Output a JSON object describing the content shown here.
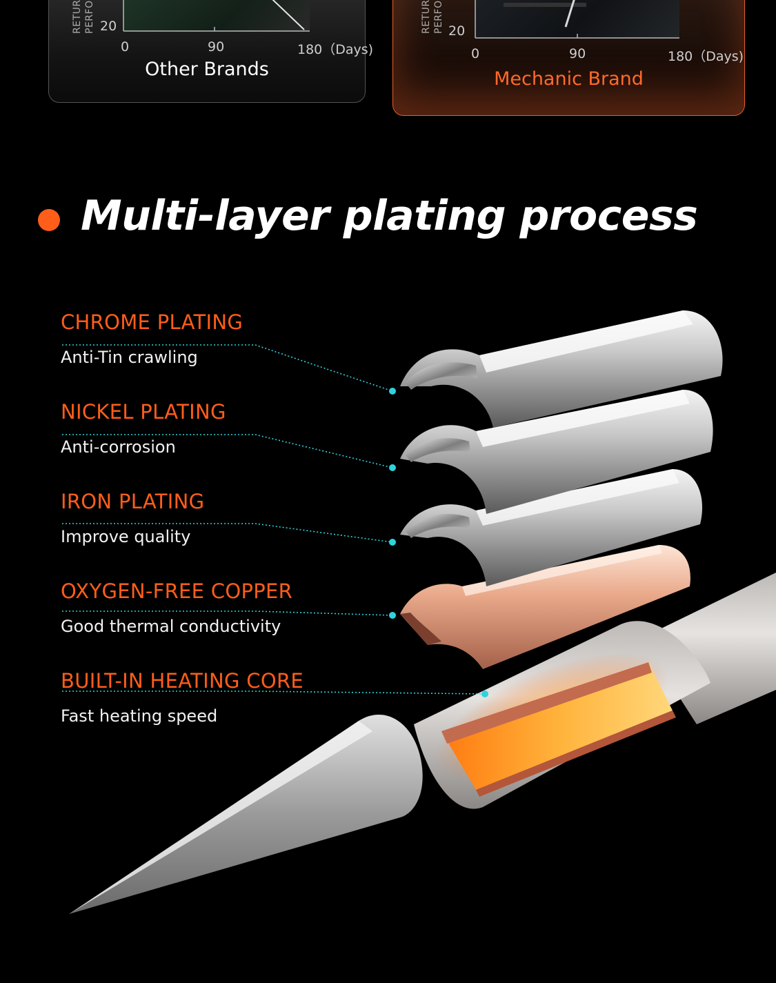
{
  "comparison": {
    "other": {
      "title": "Other Brands",
      "y_axis_label": [
        "RETUR",
        "PERFO"
      ],
      "y_tick": "20",
      "x_ticks": [
        "0",
        "90",
        "180（Days)"
      ]
    },
    "mechanic": {
      "title": "Mechanic Brand",
      "y_axis_label": [
        "RETUR",
        "PERFO"
      ],
      "y_tick": "20",
      "x_ticks": [
        "0",
        "90",
        "180（Days)"
      ]
    }
  },
  "section": {
    "title": "Multi-layer plating process"
  },
  "layers": [
    {
      "name": "CHROME PLATING",
      "desc": "Anti-Tin crawling"
    },
    {
      "name": "NICKEL PLATING",
      "desc": "Anti-corrosion"
    },
    {
      "name": "IRON PLATING",
      "desc": "Improve quality"
    },
    {
      "name": "OXYGEN-FREE COPPER",
      "desc": "Good thermal conductivity"
    },
    {
      "name": "BUILT-IN HEATING CORE",
      "desc": "Fast heating speed"
    }
  ],
  "colors": {
    "accent": "#ff5e1a",
    "connector": "#2fd3dd",
    "background": "#000000"
  }
}
